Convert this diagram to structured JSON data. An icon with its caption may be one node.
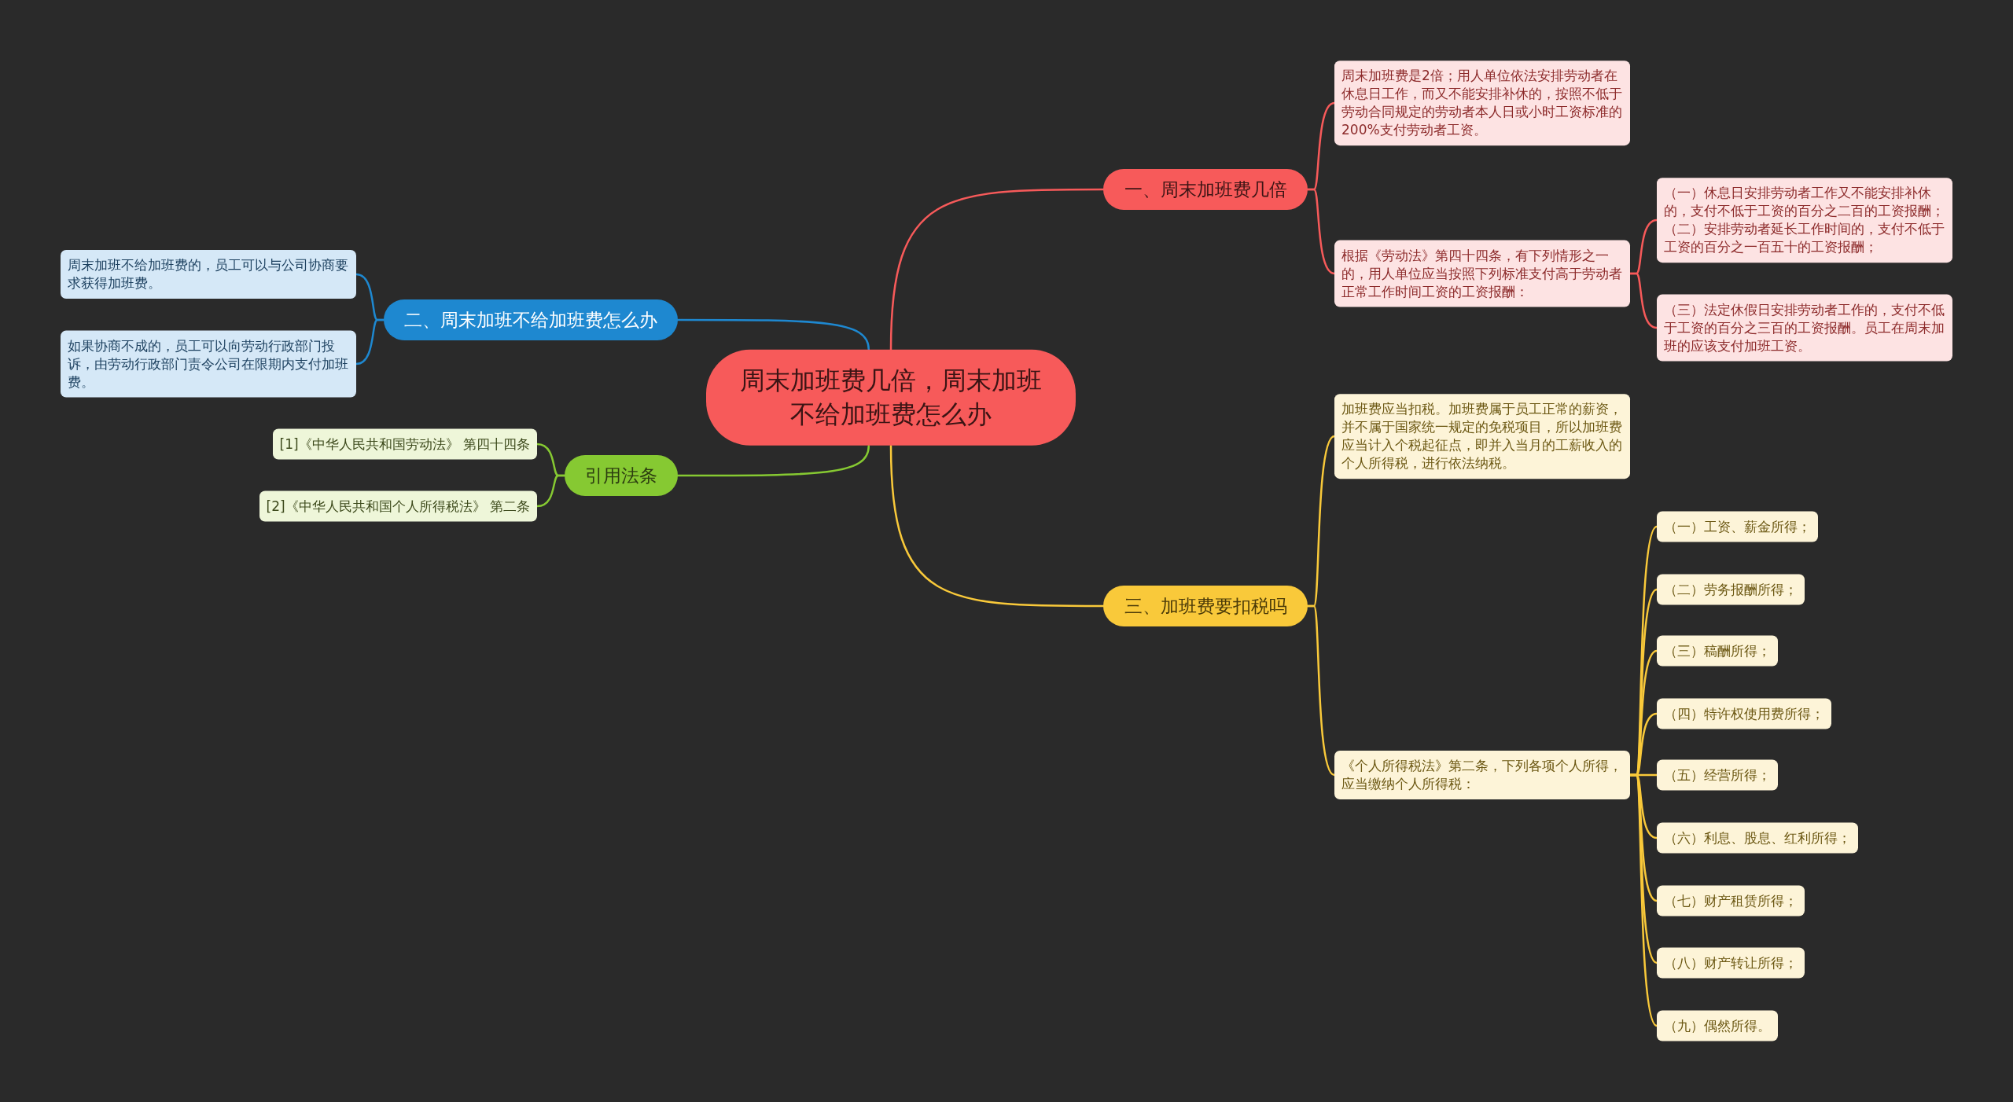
{
  "diagram": {
    "nodes": [
      {
        "text": [
          "周末加班费几倍，周末加班不给加班费怎么办"
        ]
      },
      {
        "text": [
          "一、周末加班费几倍"
        ]
      },
      {
        "text": [
          "周末加班费是2倍；用人单位依法安排劳动者在休息日工作，而又不能安排补休的，按照不低于劳动合同规定的劳动者本人日或小时工资标准的200%支付劳动者工资。"
        ]
      },
      {
        "text": [
          "根据《劳动法》第四十四条，有下列情形之一的，用人单位应当按照下列标准支付高于劳动者正常工作时间工资的工资报酬："
        ]
      },
      {
        "text": [
          "（一）休息日安排劳动者工作又不能安排补休的，支付不低于工资的百分之二百的工资报酬；（二）安排劳动者延长工作时间的，支付不低于工资的百分之一百五十的工资报酬；"
        ]
      },
      {
        "text": [
          "（三）法定休假日安排劳动者工作的，支付不低于工资的百分之三百的工资报酬。员工在周末加班的应该支付加班工资。"
        ]
      },
      {
        "text": [
          "二、周末加班不给加班费怎么办"
        ]
      },
      {
        "text": [
          "周末加班不给加班费的，员工可以与公司协商要求获得加班费。"
        ]
      },
      {
        "text": [
          "如果协商不成的，员工可以向劳动行政部门投诉，由劳动行政部门责令公司在限期内支付加班费。"
        ]
      },
      {
        "text": [
          "引用法条"
        ]
      },
      {
        "text": [
          "[1]《中华人民共和国劳动法》 第四十四条"
        ]
      },
      {
        "text": [
          "[2]《中华人民共和国个人所得税法》 第二条"
        ]
      },
      {
        "text": [
          "三、加班费要扣税吗"
        ]
      },
      {
        "text": [
          "加班费应当扣税。加班费属于员工正常的薪资，并不属于国家统一规定的免税项目，所以加班费应当计入个税起征点，即并入当月的工薪收入的个人所得税，进行依法纳税。"
        ]
      },
      {
        "text": [
          "《个人所得税法》第二条，下列各项个人所得，应当缴纳个人所得税："
        ]
      },
      {
        "text": [
          "（一）工资、薪金所得；"
        ]
      },
      {
        "text": [
          "（二）劳务报酬所得；"
        ]
      },
      {
        "text": [
          "（三）稿酬所得；"
        ]
      },
      {
        "text": [
          "（四）特许权使用费所得；"
        ]
      },
      {
        "text": [
          "（五）经营所得；"
        ]
      },
      {
        "text": [
          "（六）利息、股息、红利所得；"
        ]
      },
      {
        "text": [
          "（七）财产租赁所得；"
        ]
      },
      {
        "text": [
          "（八）财产转让所得；"
        ]
      },
      {
        "text": [
          "（九）偶然所得。"
        ]
      }
    ],
    "edges": [
      {
        "from": 0,
        "to": 1,
        "arrow": "none",
        "color": "#f75a5a"
      },
      {
        "from": 1,
        "to": 2,
        "arrow": "none",
        "color": "#f75a5a"
      },
      {
        "from": 1,
        "to": 3,
        "arrow": "none",
        "color": "#f75a5a"
      },
      {
        "from": 3,
        "to": 4,
        "arrow": "none",
        "color": "#f75a5a"
      },
      {
        "from": 3,
        "to": 5,
        "arrow": "none",
        "color": "#f75a5a"
      },
      {
        "from": 0,
        "to": 6,
        "arrow": "none",
        "color": "#1e88d0"
      },
      {
        "from": 6,
        "to": 7,
        "arrow": "none",
        "color": "#1e88d0"
      },
      {
        "from": 6,
        "to": 8,
        "arrow": "none",
        "color": "#1e88d0"
      },
      {
        "from": 0,
        "to": 9,
        "arrow": "none",
        "color": "#86c932"
      },
      {
        "from": 9,
        "to": 10,
        "arrow": "none",
        "color": "#86c932"
      },
      {
        "from": 9,
        "to": 11,
        "arrow": "none",
        "color": "#86c932"
      },
      {
        "from": 0,
        "to": 12,
        "arrow": "none"
      },
      {
        "from": 12,
        "to": 13,
        "arrow": "none"
      },
      {
        "from": 12,
        "to": 14,
        "arrow": "none"
      },
      {
        "from": 14,
        "to": 15,
        "arrow": "none"
      },
      {
        "from": 14,
        "to": 16,
        "arrow": "none"
      },
      {
        "from": 14,
        "to": 17,
        "arrow": "none"
      },
      {
        "from": 14,
        "to": 18,
        "arrow": "none"
      },
      {
        "from": 14,
        "to": 19,
        "arrow": "none"
      },
      {
        "from": 14,
        "to": 20,
        "arrow": "none"
      },
      {
        "from": 14,
        "to": 21,
        "arrow": "none"
      },
      {
        "from": 14,
        "to": 22,
        "arrow": "none"
      },
      {
        "from": 14,
        "to": 23,
        "arrow": "none"
      }
    ]
  }
}
